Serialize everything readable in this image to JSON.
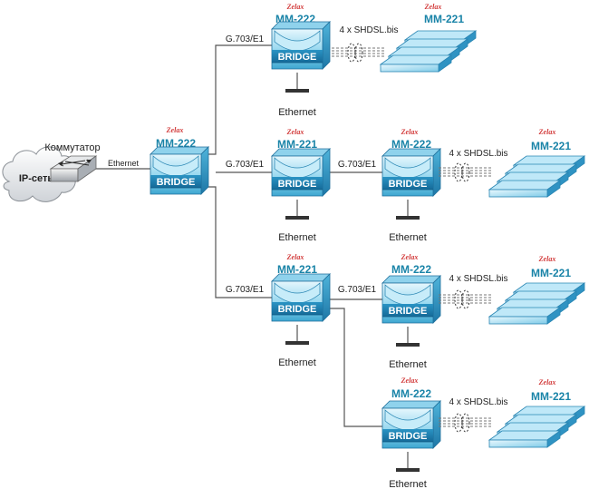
{
  "brand": "Zelax",
  "cloud": {
    "label": "IP-сеть"
  },
  "switch": {
    "label": "Коммутатор"
  },
  "labels": {
    "ethernet": "Ethernet",
    "g703": "G.703/E1",
    "shdsl": "4 x SHDSL.bis",
    "bridge": "BRIDGE"
  },
  "devices": [
    {
      "model": "MM-222"
    },
    {
      "model": "MM-222"
    },
    {
      "model": "MM-221"
    },
    {
      "model": "MM-222"
    },
    {
      "model": "MM-221"
    },
    {
      "model": "MM-222"
    },
    {
      "model": "MM-222"
    }
  ],
  "modems": [
    {
      "model": "MM-221"
    },
    {
      "model": "MM-221"
    },
    {
      "model": "MM-221"
    },
    {
      "model": "MM-221"
    }
  ],
  "colors": {
    "device_blue": "#3ea7d1",
    "model_text": "#1a84a8",
    "brand_red": "#d23a3a",
    "wire": "#555555"
  },
  "icons": [
    "cloud-icon",
    "switch-icon",
    "bridge-device-icon",
    "modem-stack-icon",
    "ethernet-port-icon"
  ]
}
